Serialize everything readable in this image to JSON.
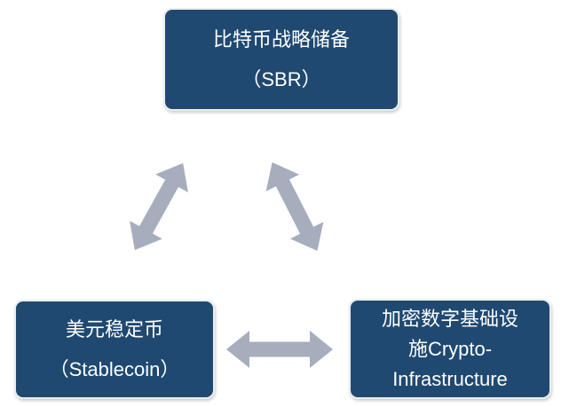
{
  "title": "SBR / Stablecoin / Crypto-Infrastructure relationship diagram",
  "colors": {
    "background": "#FFFFFF",
    "box_fill": "#1F4971",
    "box_border": "#ECEDEE",
    "arrow_fill": "#A6ADBD",
    "text": "#FFFFFF"
  },
  "nodes": [
    {
      "id": "sbr",
      "lines": [
        "比特币战略储备",
        "（SBR）"
      ]
    },
    {
      "id": "stablecoin",
      "lines": [
        "美元稳定币",
        "（Stablecoin）"
      ]
    },
    {
      "id": "crypto-infrastructure",
      "lines": [
        "加密数字基础设",
        "施Crypto-",
        "Infrastructure"
      ]
    }
  ],
  "arrows": [
    {
      "id": "sbr-stablecoin",
      "from": "sbr",
      "to": "stablecoin",
      "bidirectional": true
    },
    {
      "id": "sbr-crypto-infrastructure",
      "from": "sbr",
      "to": "crypto-infrastructure",
      "bidirectional": true
    },
    {
      "id": "stablecoin-crypto-infrastructure",
      "from": "stablecoin",
      "to": "crypto-infrastructure",
      "bidirectional": true
    }
  ]
}
